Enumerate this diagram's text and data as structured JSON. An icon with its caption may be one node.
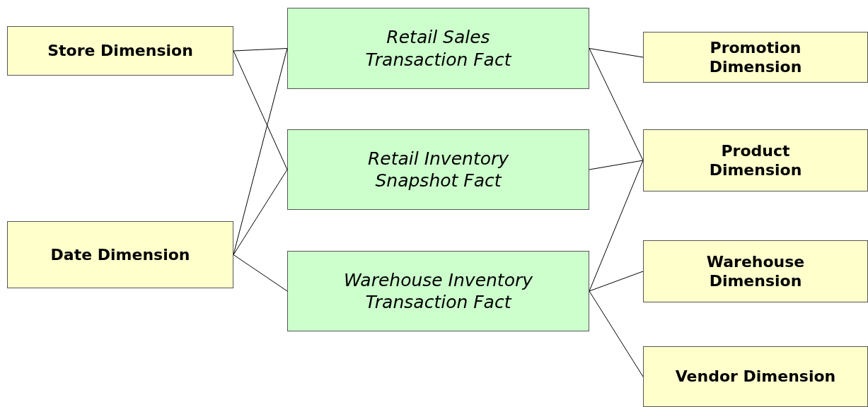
{
  "diagram": {
    "nodes": [
      {
        "text": [
          "Store Dimension"
        ]
      },
      {
        "text": [
          "Date Dimension"
        ]
      },
      {
        "text": [
          "Retail Sales Transaction Fact"
        ]
      },
      {
        "text": [
          "Retail Inventory Snapshot Fact"
        ]
      },
      {
        "text": [
          "Warehouse Inventory Transaction Fact"
        ]
      },
      {
        "text": [
          "Promotion Dimension"
        ]
      },
      {
        "text": [
          "Product Dimension"
        ]
      },
      {
        "text": [
          "Warehouse Dimension"
        ]
      },
      {
        "text": [
          "Vendor Dimension"
        ]
      }
    ],
    "edges": [
      {
        "from": 0,
        "to": 2,
        "arrow": "none"
      },
      {
        "from": 0,
        "to": 3,
        "arrow": "none"
      },
      {
        "from": 1,
        "to": 2,
        "arrow": "none"
      },
      {
        "from": 1,
        "to": 3,
        "arrow": "none"
      },
      {
        "from": 1,
        "to": 4,
        "arrow": "none"
      },
      {
        "from": 2,
        "to": 5,
        "arrow": "none"
      },
      {
        "from": 2,
        "to": 6,
        "arrow": "none"
      },
      {
        "from": 3,
        "to": 6,
        "arrow": "none"
      },
      {
        "from": 4,
        "to": 6,
        "arrow": "none"
      },
      {
        "from": 4,
        "to": 7,
        "arrow": "none"
      },
      {
        "from": 4,
        "to": 8,
        "arrow": "none"
      }
    ]
  }
}
